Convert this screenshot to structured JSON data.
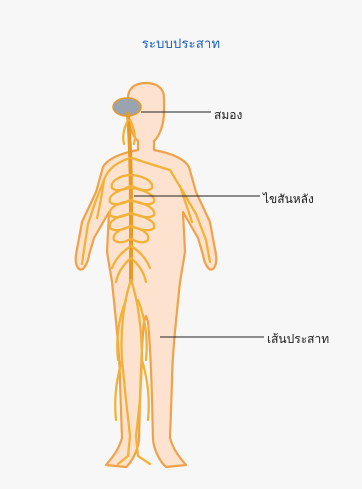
{
  "diagram": {
    "title": "ระบบประสาท",
    "labels": {
      "brain": "สมอง",
      "spinal_cord": "ไขสันหลัง",
      "nerves": "เส้นประสาท"
    },
    "colors": {
      "title": "#1a5fbf",
      "body_fill": "#fde2cf",
      "body_outline": "#f0a24a",
      "nerve": "#f2b23a",
      "nerve_dark": "#e89a25",
      "brain": "#9aa3b0",
      "leader_line": "#222222"
    }
  }
}
